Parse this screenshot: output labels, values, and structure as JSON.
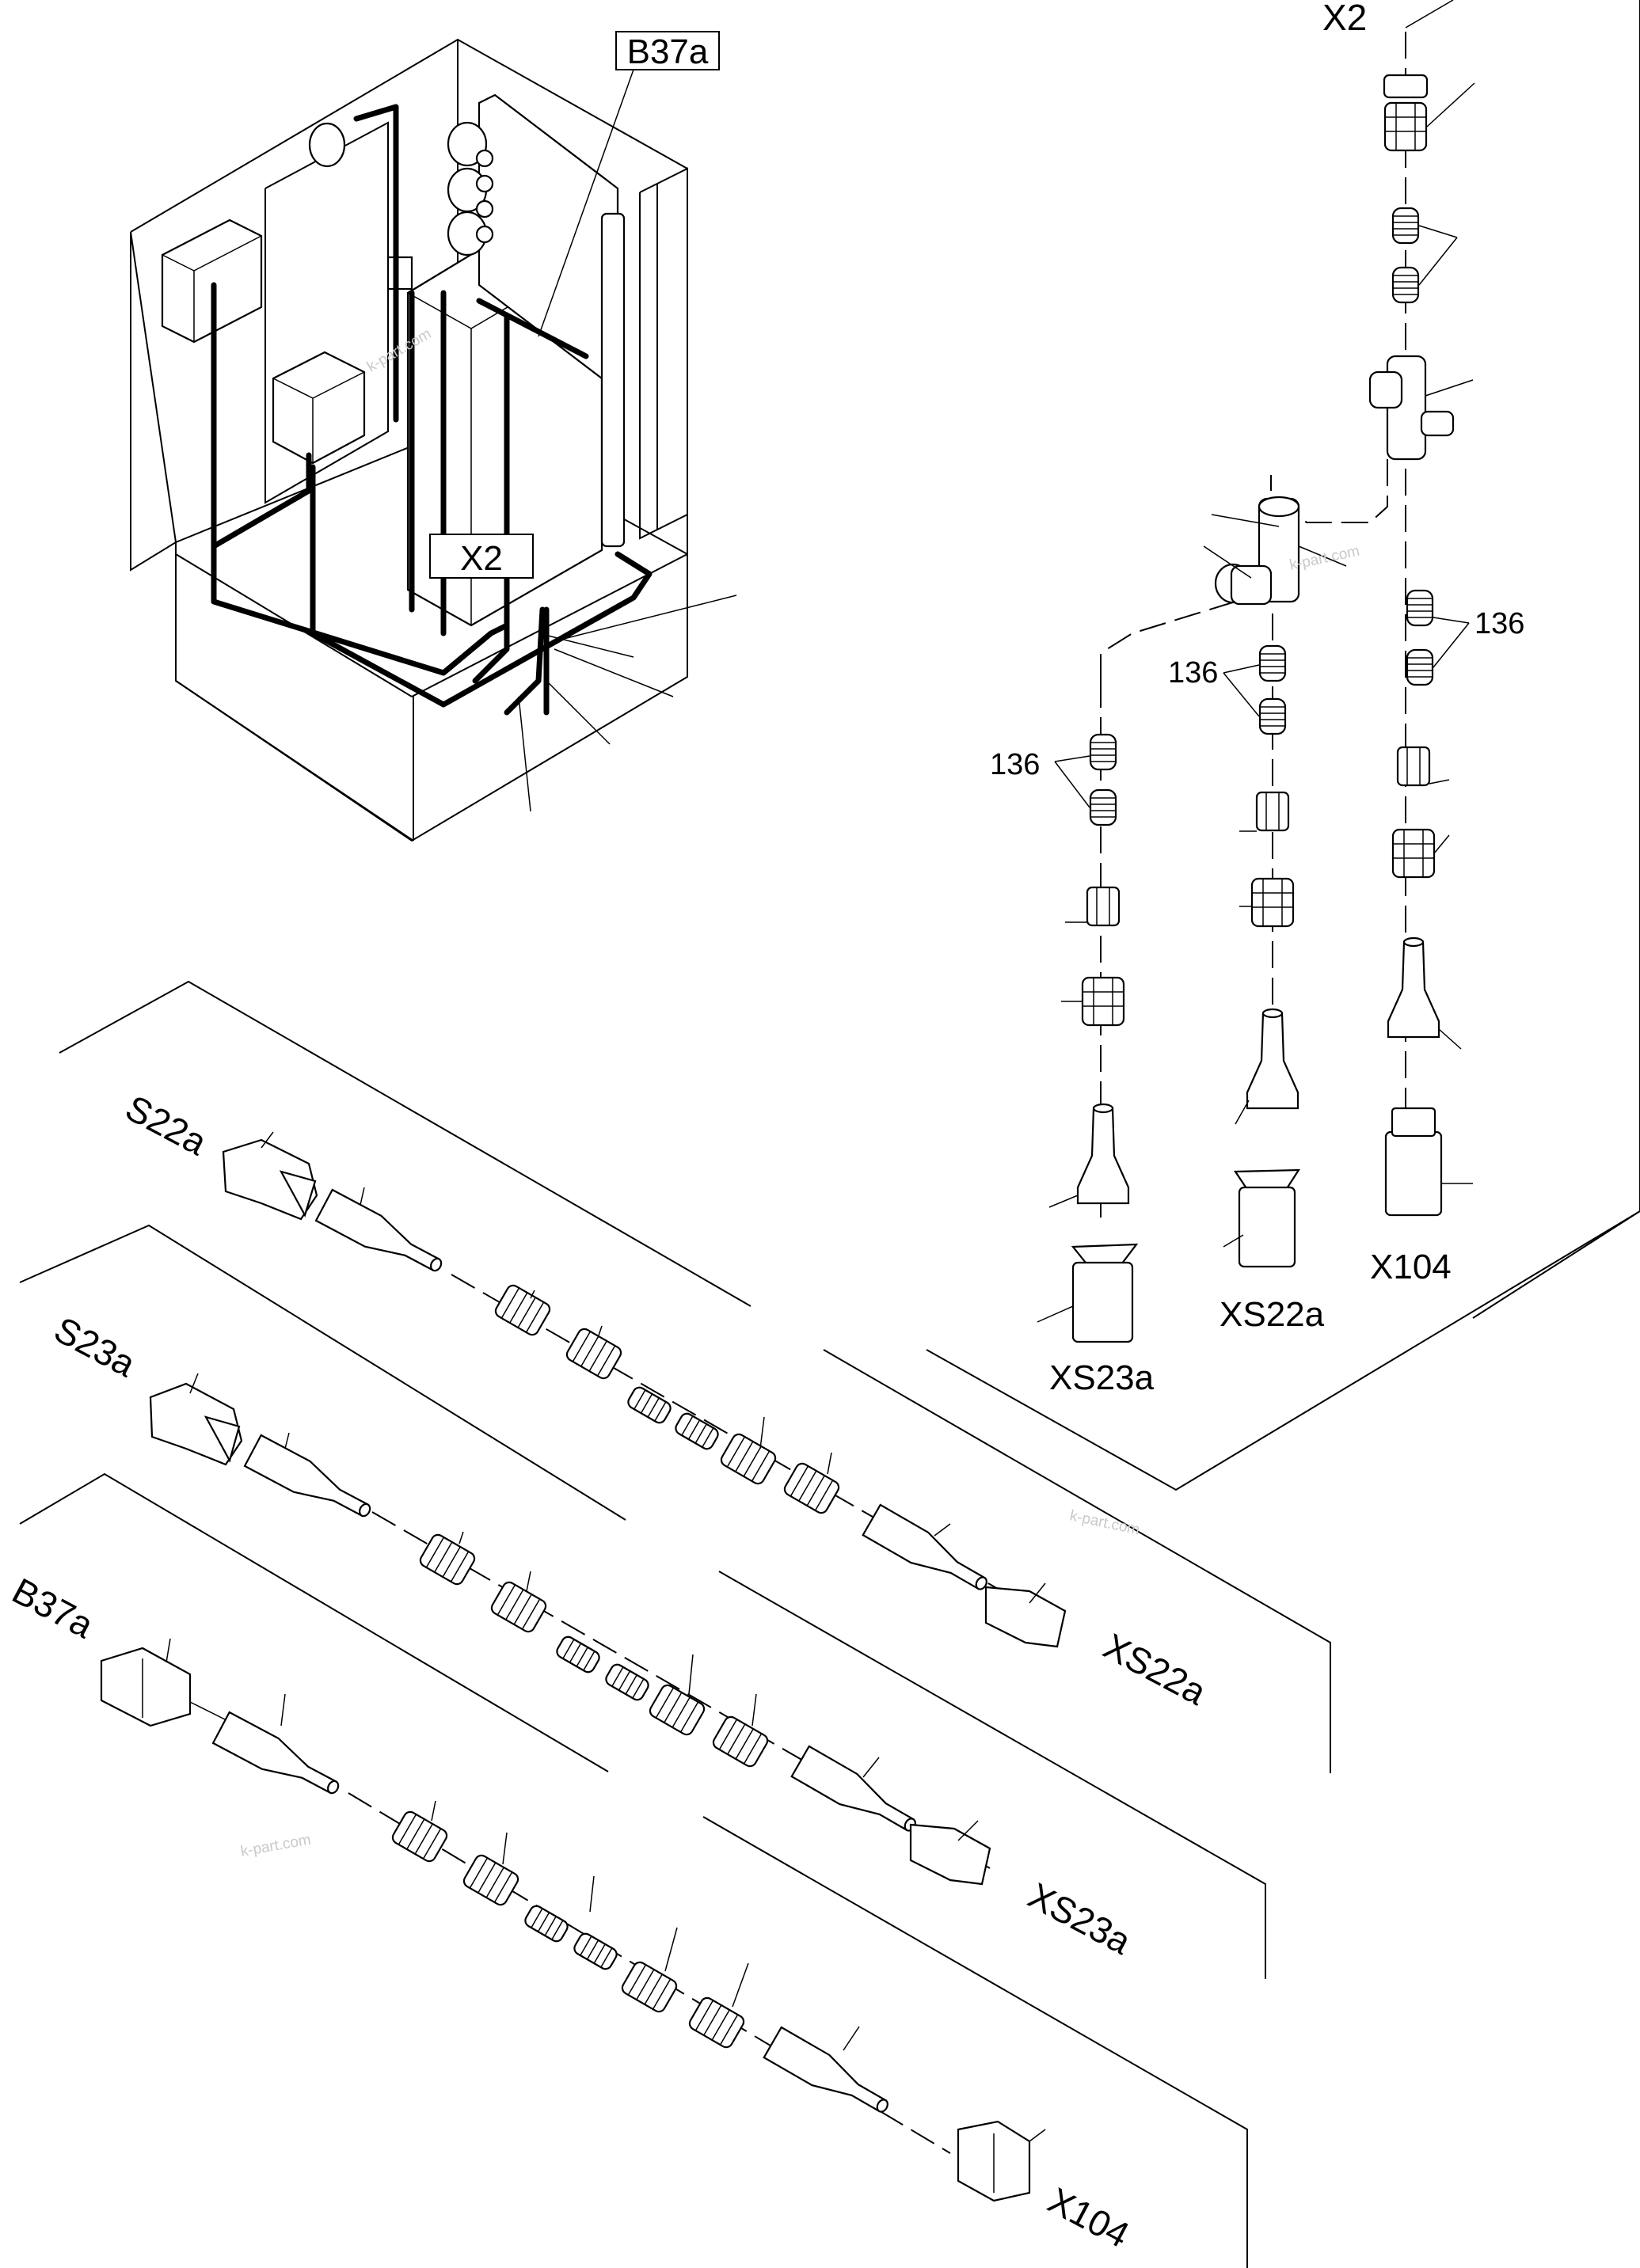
{
  "labels": {
    "b37a_box": "B37a",
    "x2_box": "X2",
    "x2_top": "X2",
    "num_136_right": "136",
    "num_136_mid": "136",
    "num_136_left": "136",
    "xs23a_vertical": "XS23a",
    "xs22a_vertical": "XS22a",
    "x104_vertical": "X104",
    "s22a": "S22a",
    "s23a": "S23a",
    "b37a": "B37a",
    "xs22a_diag": "XS22a",
    "xs23a_diag": "XS23a",
    "x104_diag": "X104"
  },
  "watermarks": [
    "k-part.com",
    "k-part.com",
    "k-part.com",
    "k-part.com"
  ]
}
